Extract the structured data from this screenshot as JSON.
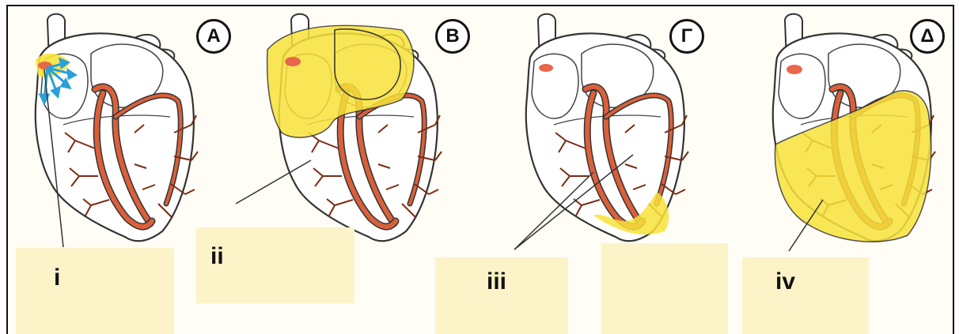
{
  "panels": [
    {
      "letter": "A",
      "label": "i"
    },
    {
      "letter": "B",
      "label": "ii"
    },
    {
      "letter": "Γ",
      "label": "iii"
    },
    {
      "letter": "Δ",
      "label": "iv"
    }
  ],
  "colors": {
    "background": "#fffdf5",
    "activation": "#f8e23a",
    "artery": "#d9603b",
    "node": "#e8674a",
    "arrows": "#2a9fd8",
    "outline": "#333333",
    "label_box": "#fdf3c9"
  }
}
